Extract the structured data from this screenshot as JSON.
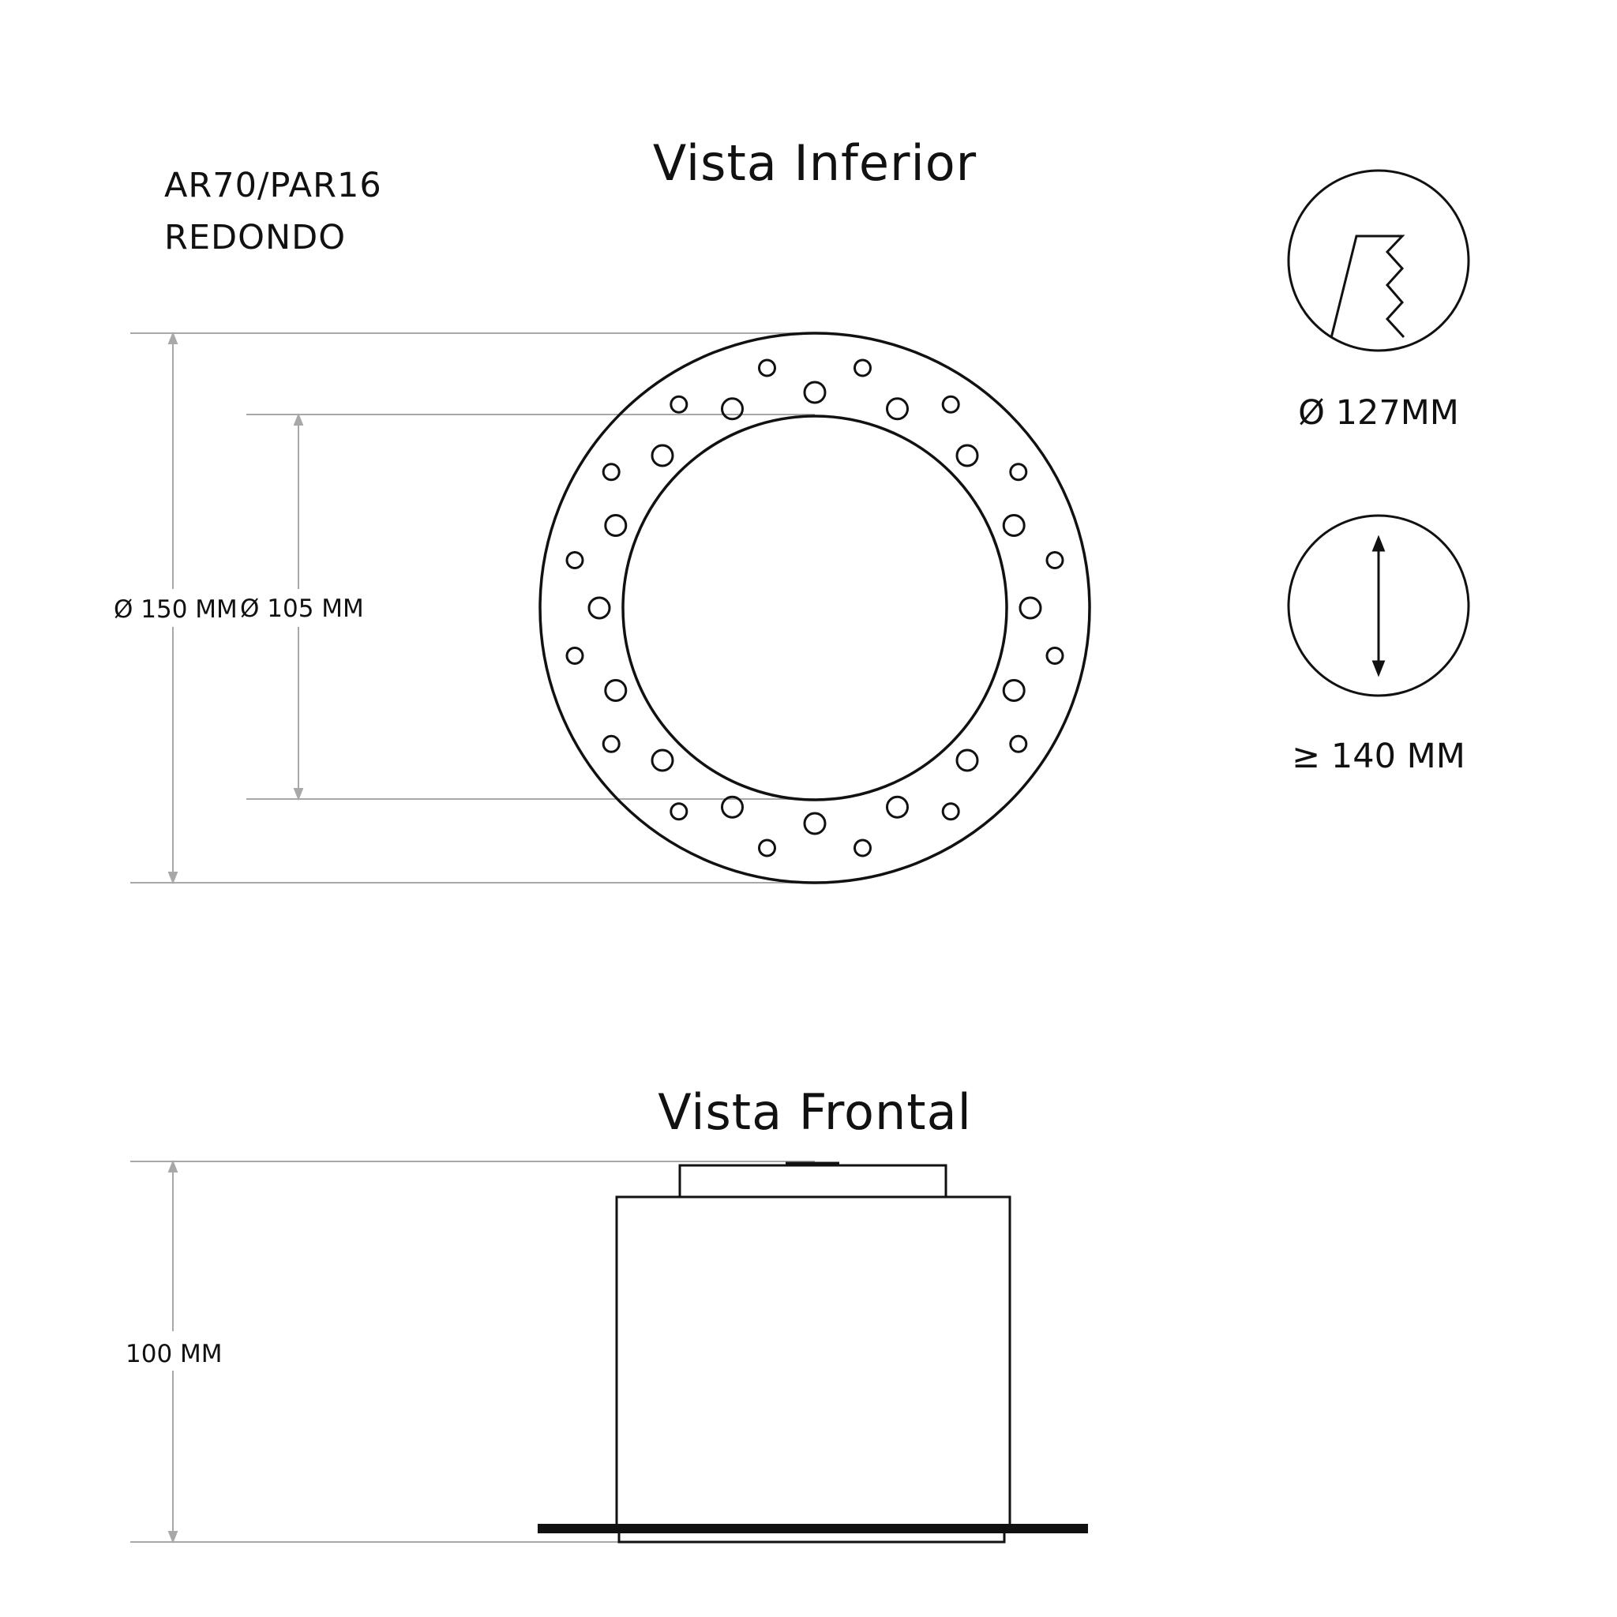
{
  "product": {
    "model": "AR70/PAR16",
    "shape": "REDONDO"
  },
  "views": {
    "bottom_title": "Vista Inferior",
    "front_title": "Vista Frontal"
  },
  "dimensions": {
    "outer_diameter": "Ø 150 MM",
    "inner_diameter": "Ø 105 MM",
    "height": "100 MM"
  },
  "specs": {
    "cutout_diameter": "Ø 127MM",
    "recess_depth": "≥ 140 MM",
    "cutout_icon": "ceiling-cutout-icon",
    "depth_icon": "depth-arrow-icon"
  },
  "colors": {
    "line": "#111111",
    "dimension_line": "#a8a8a8"
  }
}
